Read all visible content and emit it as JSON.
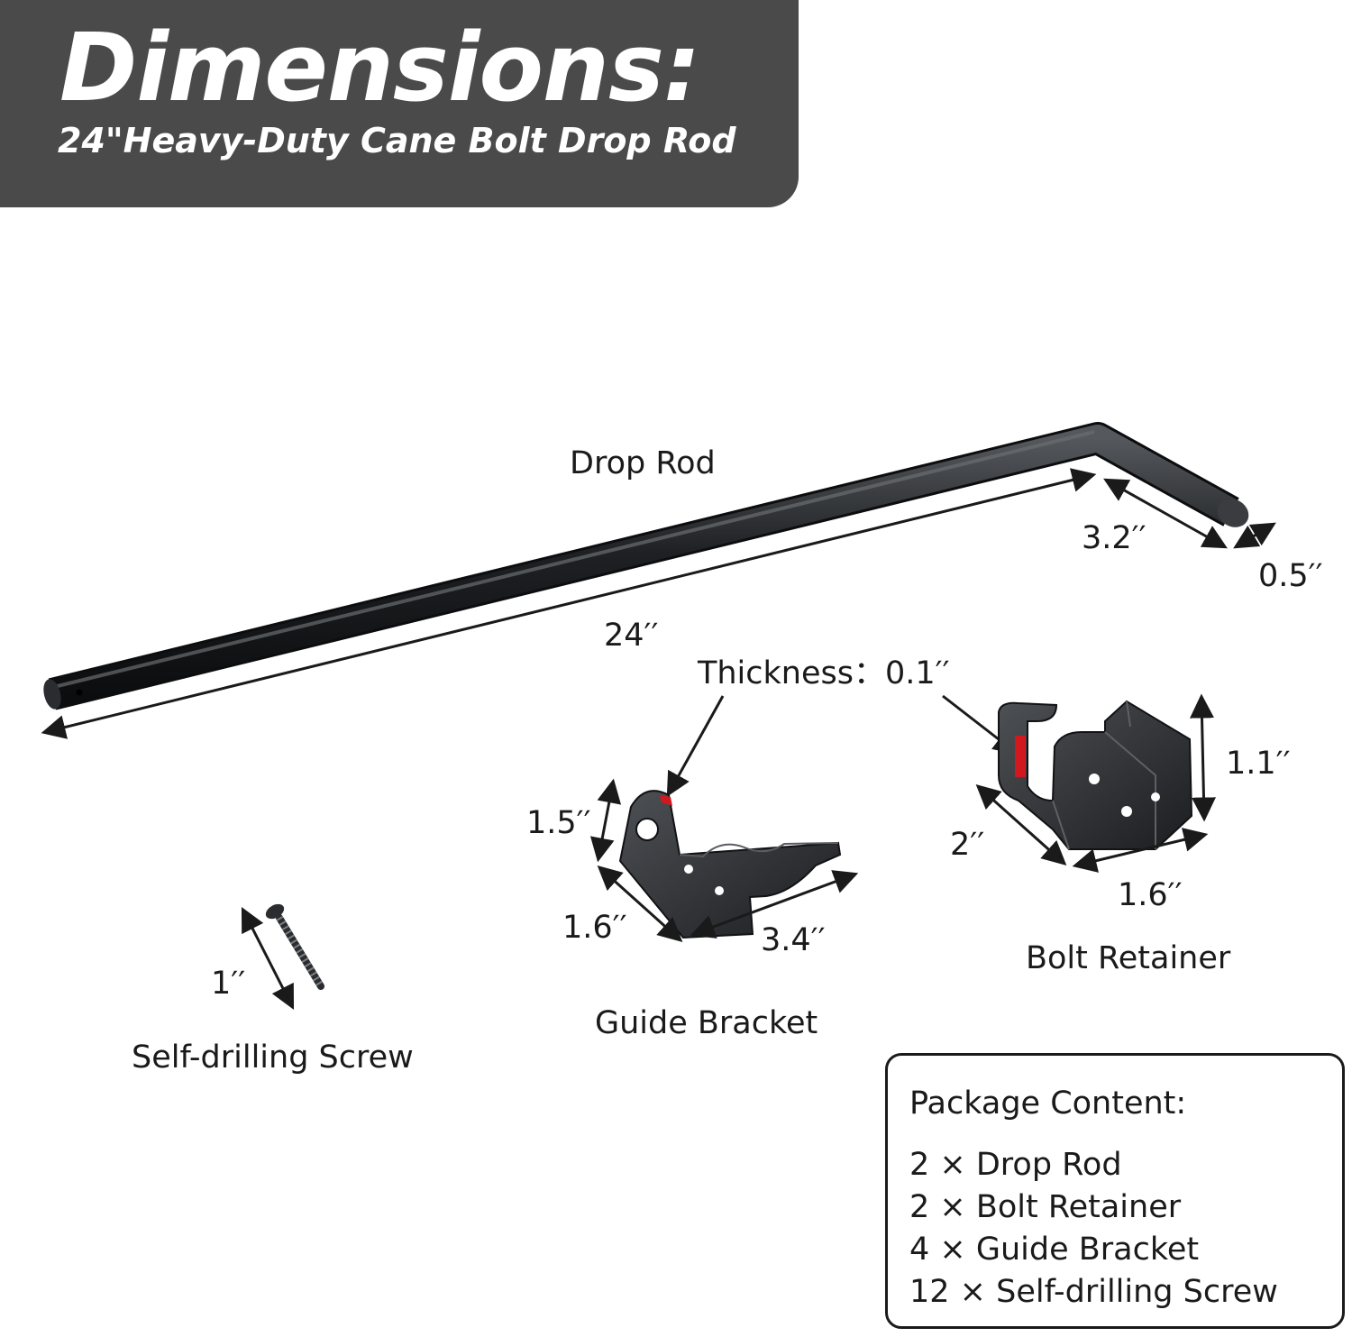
{
  "header": {
    "title": "Dimensions:",
    "subtitle": "24\"Heavy-Duty Cane Bolt Drop Rod"
  },
  "labels": {
    "drop_rod": "Drop Rod",
    "rod_length": "24′′",
    "rod_bend_length": "3.2′′",
    "rod_diameter": "0.5′′",
    "thickness": "Thickness：0.1′′",
    "guide_height": "1.5′′",
    "guide_depth": "1.6′′",
    "guide_length": "3.4′′",
    "guide_bracket": "Guide Bracket",
    "retainer_height": "1.1′′",
    "retainer_depth": "2′′",
    "retainer_width": "1.6′′",
    "bolt_retainer": "Bolt Retainer",
    "screw_length": "1′′",
    "screw": "Self-drilling Screw"
  },
  "package": {
    "title": "Package Content:",
    "items": [
      "2 × Drop Rod",
      "2 × Bolt Retainer",
      "4 × Guide Bracket",
      "12 × Self-drilling Screw"
    ]
  },
  "colors": {
    "header_bg": "#4a4a4a",
    "part_metal": "#2b2d30",
    "thickness_marker": "#d0191e"
  }
}
